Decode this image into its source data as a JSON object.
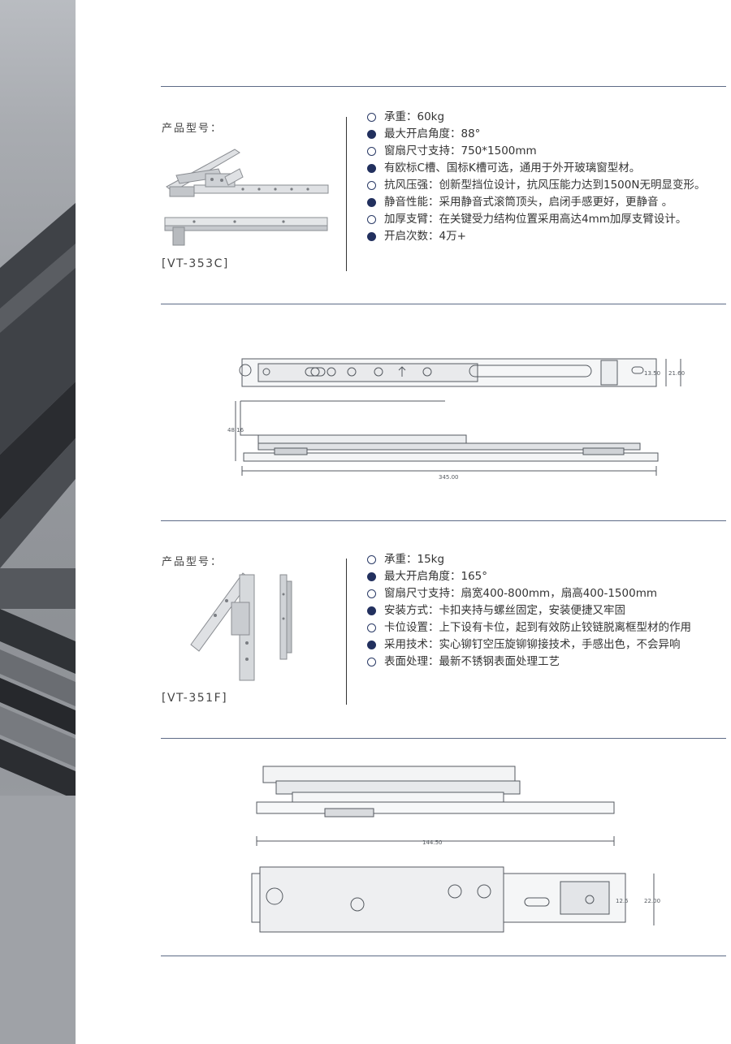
{
  "products": [
    {
      "model_label": "产品型号：",
      "model_code": "[VT-353C]",
      "specs": [
        {
          "bullet": "open",
          "label": "承重：",
          "value": "60kg"
        },
        {
          "bullet": "filled",
          "label": "最大开启角度：",
          "value": "88°"
        },
        {
          "bullet": "open",
          "label": "窗扇尺寸支持：",
          "value": "750*1500mm"
        },
        {
          "bullet": "filled",
          "label": "",
          "value": "有欧标C槽、国标K槽可选，通用于外开玻璃窗型材。"
        },
        {
          "bullet": "open",
          "label": "抗风压强：",
          "value": "创新型挡位设计，抗风压能力达到1500N无明显变形。"
        },
        {
          "bullet": "filled",
          "label": "静音性能：",
          "value": "采用静音式滚筒顶头，启闭手感更好，更静音 。"
        },
        {
          "bullet": "open",
          "label": "加厚支臂：",
          "value": "在关键受力结构位置采用高达4mm加厚支臂设计。"
        },
        {
          "bullet": "filled",
          "label": "开启次数：",
          "value": "4万+"
        }
      ],
      "dimensions": {
        "height_a": "13.50",
        "height_b": "21.60",
        "side": "48.16",
        "length": "345.00"
      }
    },
    {
      "model_label": "产品型号：",
      "model_code": "[VT-351F]",
      "specs": [
        {
          "bullet": "open",
          "label": "承重：",
          "value": "15kg"
        },
        {
          "bullet": "filled",
          "label": "最大开启角度：",
          "value": "165°"
        },
        {
          "bullet": "open",
          "label": "窗扇尺寸支持：",
          "value": "扇宽400-800mm，扇高400-1500mm"
        },
        {
          "bullet": "filled",
          "label": "安装方式：",
          "value": "卡扣夹持与螺丝固定，安装便捷又牢固"
        },
        {
          "bullet": "open",
          "label": "卡位设置：",
          "value": "上下设有卡位，起到有效防止铰链脱离框型材的作用"
        },
        {
          "bullet": "filled",
          "label": "采用技术：",
          "value": "实心铆钉空压旋铆铆接技术，手感出色，不会异响"
        },
        {
          "bullet": "open",
          "label": "表面处理：",
          "value": "最新不锈钢表面处理工艺"
        }
      ],
      "dimensions": {
        "length": "144.50",
        "height_a": "12.5",
        "height_b": "22.00"
      }
    }
  ]
}
